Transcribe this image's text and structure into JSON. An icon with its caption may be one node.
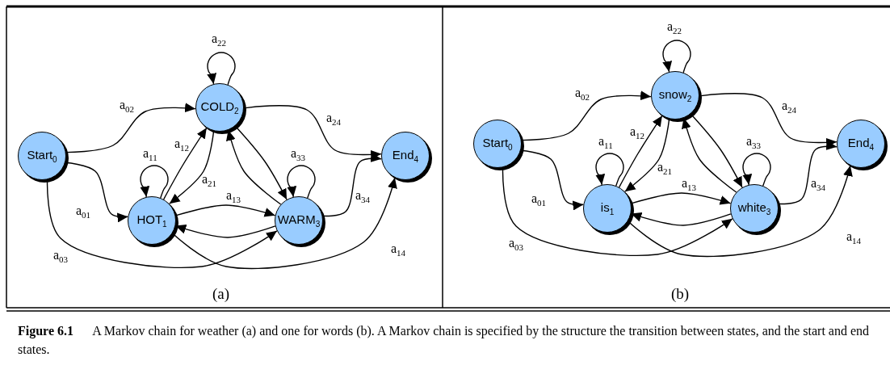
{
  "diagram": {
    "caption": "**Figure 6.1**      A Markov chain for weather (a) and one for words (b). A Markov chain is specified by the structure the transition between states, and the start and end states.",
    "nodes": [
      {
        "text": [
          "Start$_{0}$"
        ]
      },
      {
        "text": [
          "HOT$_{1}$"
        ]
      },
      {
        "text": [
          "COLD$_{2}$"
        ]
      },
      {
        "text": [
          "WARM$_{3}$"
        ]
      },
      {
        "text": [
          "End$_{4}$"
        ]
      },
      {
        "text": [
          "Start$_{0}$"
        ]
      },
      {
        "text": [
          "is$_{1}$"
        ]
      },
      {
        "text": [
          "snow$_{2}$"
        ]
      },
      {
        "text": [
          "white$_{3}$"
        ]
      },
      {
        "text": [
          "End$_{4}$"
        ]
      }
    ],
    "edges": [
      {
        "from": 0,
        "to": 2,
        "arrow": "to",
        "label": "a$_{02}$"
      },
      {
        "from": 0,
        "to": 1,
        "arrow": "to",
        "label": "a$_{01}$"
      },
      {
        "from": 0,
        "to": 3,
        "arrow": "to",
        "label": "a$_{03}$"
      },
      {
        "from": 1,
        "to": 1,
        "arrow": "to",
        "label": "a$_{11}$"
      },
      {
        "from": 1,
        "to": 2,
        "arrow": "to",
        "label": "a$_{12}$"
      },
      {
        "from": 2,
        "to": 1,
        "arrow": "to",
        "label": "a$_{21}$"
      },
      {
        "from": 2,
        "to": 2,
        "arrow": "to",
        "label": "a$_{22}$"
      },
      {
        "from": 1,
        "to": 3,
        "arrow": "to",
        "label": "a$_{13}$"
      },
      {
        "from": 3,
        "to": 1,
        "arrow": "to"
      },
      {
        "from": 2,
        "to": 3,
        "arrow": "to"
      },
      {
        "from": 3,
        "to": 2,
        "arrow": "to"
      },
      {
        "from": 3,
        "to": 3,
        "arrow": "to",
        "label": "a$_{33}$"
      },
      {
        "from": 2,
        "to": 4,
        "arrow": "to",
        "label": "a$_{24}$"
      },
      {
        "from": 3,
        "to": 4,
        "arrow": "to",
        "label": "a$_{34}$"
      },
      {
        "from": 1,
        "to": 4,
        "arrow": "to",
        "label": "a$_{14}$"
      },
      {
        "from": 5,
        "to": 7,
        "arrow": "to",
        "label": "a$_{02}$"
      },
      {
        "from": 5,
        "to": 6,
        "arrow": "to",
        "label": "a$_{01}$"
      },
      {
        "from": 5,
        "to": 8,
        "arrow": "to",
        "label": "a$_{03}$"
      },
      {
        "from": 6,
        "to": 6,
        "arrow": "to",
        "label": "a$_{11}$"
      },
      {
        "from": 6,
        "to": 7,
        "arrow": "to",
        "label": "a$_{12}$"
      },
      {
        "from": 7,
        "to": 6,
        "arrow": "to",
        "label": "a$_{21}$"
      },
      {
        "from": 7,
        "to": 7,
        "arrow": "to",
        "label": "a$_{22}$"
      },
      {
        "from": 6,
        "to": 8,
        "arrow": "to",
        "label": "a$_{13}$"
      },
      {
        "from": 8,
        "to": 6,
        "arrow": "to"
      },
      {
        "from": 7,
        "to": 8,
        "arrow": "to"
      },
      {
        "from": 8,
        "to": 7,
        "arrow": "to"
      },
      {
        "from": 8,
        "to": 8,
        "arrow": "to",
        "label": "a$_{33}$"
      },
      {
        "from": 7,
        "to": 9,
        "arrow": "to",
        "label": "a$_{24}$"
      },
      {
        "from": 8,
        "to": 9,
        "arrow": "to",
        "label": "a$_{34}$"
      },
      {
        "from": 6,
        "to": 9,
        "arrow": "to",
        "label": "a$_{14}$"
      }
    ],
    "labels": [
      "(a)",
      "(b)"
    ]
  }
}
